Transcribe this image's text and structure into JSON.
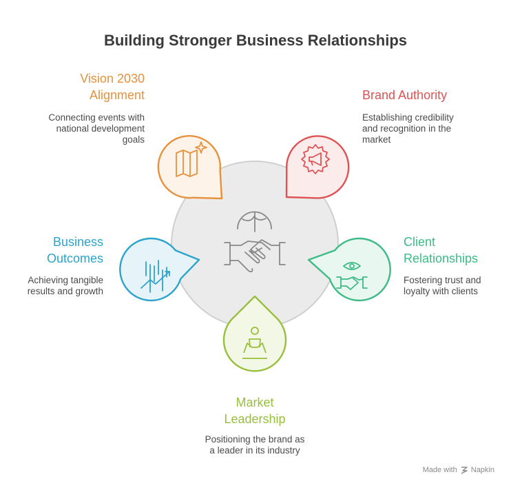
{
  "title": "Building Stronger Business Relationships",
  "center_icon": "globe-handshake-icon",
  "items": [
    {
      "id": "vision",
      "title": "Vision 2030\nAlignment",
      "desc": "Connecting events with\nnational development\ngoals",
      "color": "#E6913C",
      "icon": "map-sparkle-icon"
    },
    {
      "id": "brand",
      "title": "Brand Authority",
      "desc": "Establishing credibility\nand recognition in the\nmarket",
      "color": "#DE5253",
      "icon": "megaphone-badge-icon"
    },
    {
      "id": "client",
      "title": "Client\nRelationships",
      "desc": "Fostering trust and\nloyalty with clients",
      "color": "#3DBB87",
      "icon": "eye-handshake-icon"
    },
    {
      "id": "market",
      "title": "Market\nLeadership",
      "desc": "Positioning the brand as\na leader in its industry",
      "color": "#98BF3A",
      "icon": "podium-person-icon"
    },
    {
      "id": "business",
      "title": "Business\nOutcomes",
      "desc": "Achieving tangible\nresults and growth",
      "color": "#2DA3CC",
      "icon": "chart-growth-icon"
    }
  ],
  "footer": {
    "made_with": "Made with",
    "brand": "Napkin",
    "icon": "napkin-logo-icon"
  }
}
